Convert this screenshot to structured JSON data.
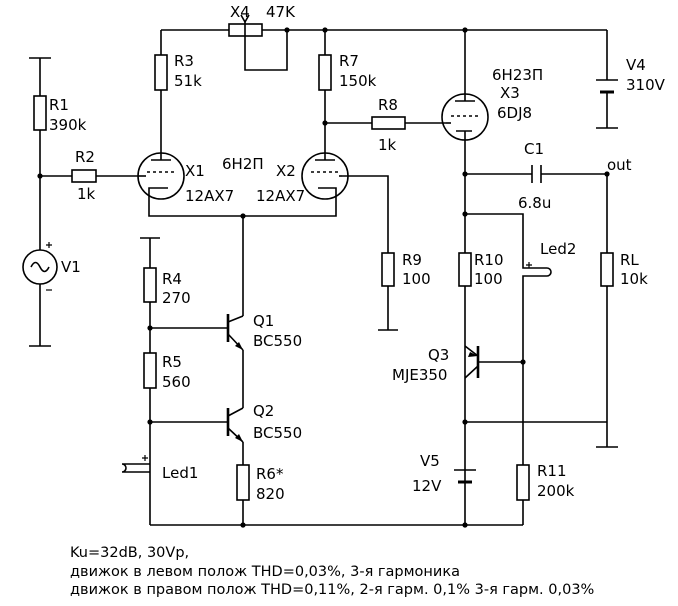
{
  "components": {
    "R1": {
      "ref": "R1",
      "value": "390k"
    },
    "R2": {
      "ref": "R2",
      "value": "1k"
    },
    "R3": {
      "ref": "R3",
      "value": "51k"
    },
    "R4": {
      "ref": "R4",
      "value": "270"
    },
    "R5": {
      "ref": "R5",
      "value": "560"
    },
    "R6": {
      "ref": "R6*",
      "value": "820"
    },
    "R7": {
      "ref": "R7",
      "value": "150k"
    },
    "R8": {
      "ref": "R8",
      "value": "1k"
    },
    "R9": {
      "ref": "R9",
      "value": "100"
    },
    "R10": {
      "ref": "R10",
      "value": "100"
    },
    "R11": {
      "ref": "R11",
      "value": "200k"
    },
    "RL": {
      "ref": "RL",
      "value": "10k"
    },
    "X4": {
      "ref": "X4",
      "value": "47K"
    },
    "X1": {
      "ref": "X1",
      "type": "12AX7"
    },
    "X2": {
      "ref": "X2",
      "type": "12AX7",
      "ru_type": "6Н2П"
    },
    "X3": {
      "ref": "X3",
      "type": "6DJ8",
      "ru_type": "6Н23П"
    },
    "Q1": {
      "ref": "Q1",
      "type": "BC550"
    },
    "Q2": {
      "ref": "Q2",
      "type": "BC550"
    },
    "Q3": {
      "ref": "Q3",
      "type": "MJE350"
    },
    "C1": {
      "ref": "C1",
      "value": "6.8u"
    },
    "V1": {
      "ref": "V1"
    },
    "V4": {
      "ref": "V4",
      "value": "310V"
    },
    "V5": {
      "ref": "V5",
      "value": "12V"
    },
    "Led1": {
      "ref": "Led1"
    },
    "Led2": {
      "ref": "Led2"
    },
    "out": "out"
  },
  "notes": [
    "Ku=32dB, 30Vp,",
    "движок в левом полож THD=0,03%, 3-я гармоника",
    "движок в правом полож THD=0,11%, 2-я гарм. 0,1% 3-я гарм. 0,03%"
  ]
}
